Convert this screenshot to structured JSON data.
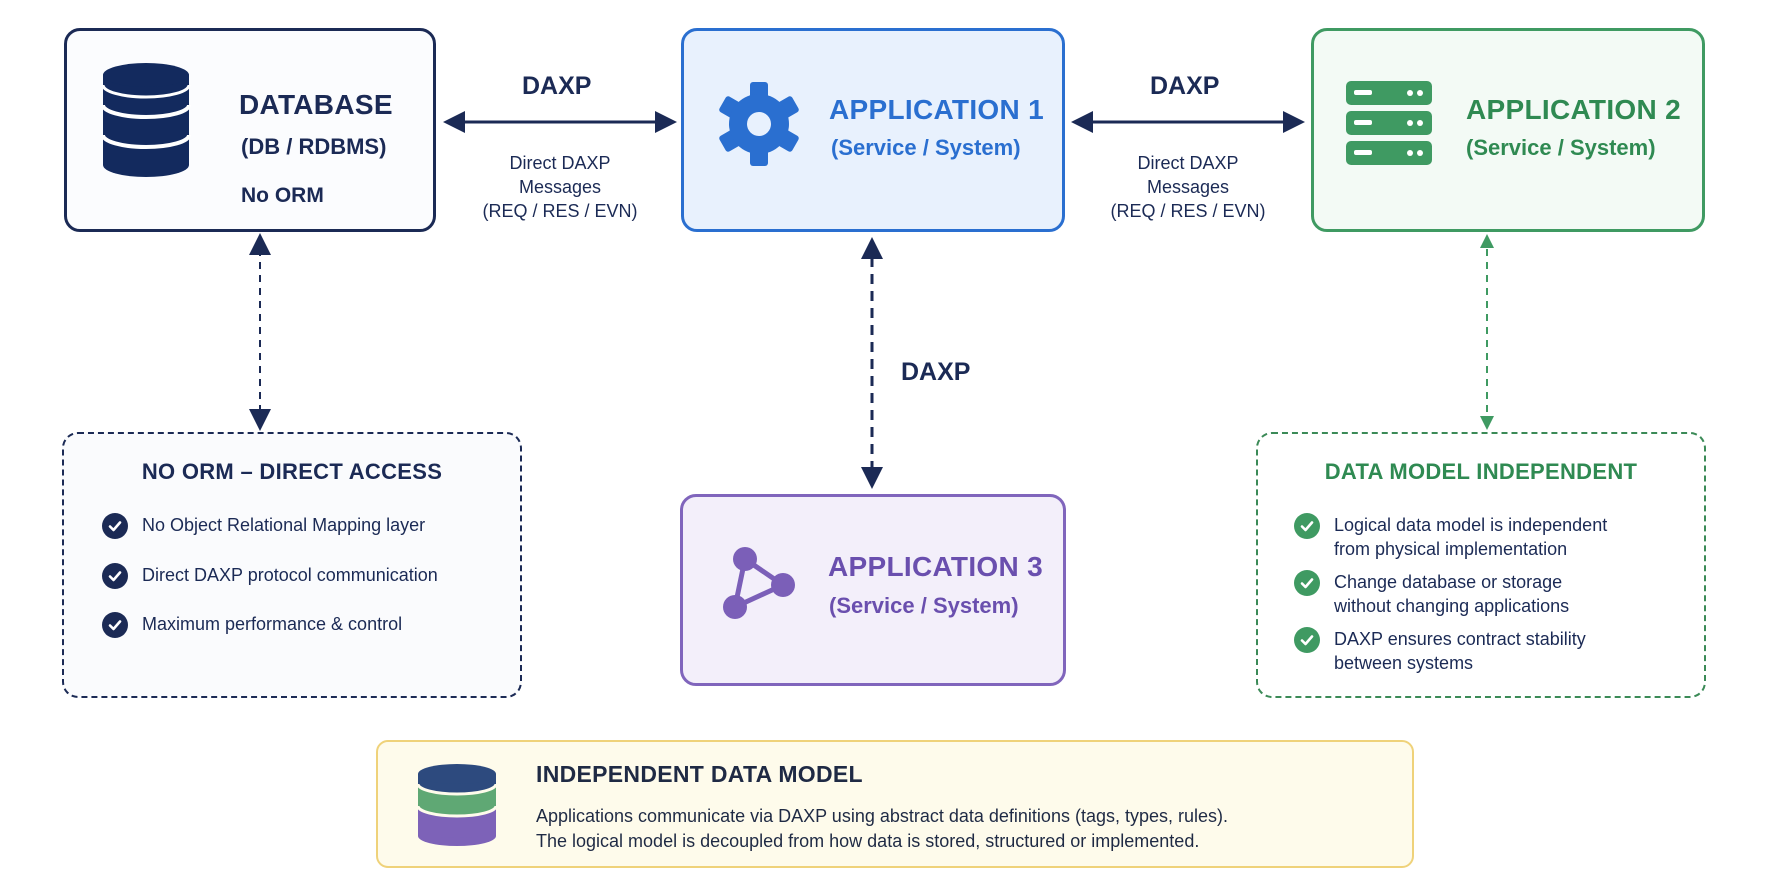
{
  "colors": {
    "navy": "#1b2a55",
    "blue": "#2a6fd0",
    "green": "#3f9a62",
    "purple": "#8065bc",
    "yellow": "#efd27a"
  },
  "database": {
    "title": "DATABASE",
    "subtitle": "(DB / RDBMS)",
    "note": "No ORM",
    "icon": "database-icon"
  },
  "app1": {
    "title": "APPLICATION 1",
    "subtitle": "(Service / System)",
    "icon": "gear-icon"
  },
  "app2": {
    "title": "APPLICATION 2",
    "subtitle": "(Service / System)",
    "icon": "server-icon"
  },
  "app3": {
    "title": "APPLICATION 3",
    "subtitle": "(Service / System)",
    "icon": "network-icon"
  },
  "links": {
    "db_app1": {
      "label": "DAXP",
      "desc": [
        "Direct DAXP",
        "Messages",
        "(REQ / RES / EVN)"
      ]
    },
    "app1_app2": {
      "label": "DAXP",
      "desc": [
        "Direct DAXP",
        "Messages",
        "(REQ / RES / EVN)"
      ]
    },
    "app1_app3": {
      "label": "DAXP"
    }
  },
  "no_orm": {
    "title": "NO ORM – DIRECT ACCESS",
    "items": [
      "No Object Relational Mapping layer",
      "Direct DAXP protocol communication",
      "Maximum performance & control"
    ]
  },
  "data_model": {
    "title": "DATA MODEL INDEPENDENT",
    "items": [
      [
        "Logical data model is independent",
        "from physical implementation"
      ],
      [
        "Change database or storage",
        "without changing applications"
      ],
      [
        "DAXP ensures contract stability",
        "between systems"
      ]
    ]
  },
  "independent": {
    "title": "INDEPENDENT DATA MODEL",
    "lines": [
      "Applications communicate via DAXP using abstract data definitions (tags, types, rules).",
      "The logical model is decoupled from how data is stored, structured or implemented."
    ],
    "icon": "layered-database-icon"
  }
}
